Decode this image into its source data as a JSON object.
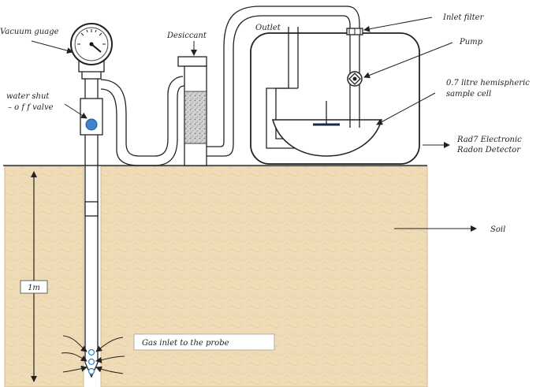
{
  "labels": {
    "vacuum_gauge": "Vacuum guage",
    "desiccant": "Desiccant",
    "outlet": "Outlet",
    "inlet_filter": "Inlet filter",
    "pump": "Pump",
    "water_shutoff_line1": "water shut",
    "water_shutoff_line2": "– o f f  valve",
    "sample_cell_line1": "0.7 litre hemispheric",
    "sample_cell_line2": "sample cell",
    "rad7_line1": "Rad7 Electronic",
    "rad7_line2": "Radon Detector",
    "soil": "Soil",
    "depth": "1m",
    "gas_inlet": "Gas inlet to the probe"
  },
  "colors": {
    "soil": "#efdcb6",
    "soil_edge": "#dcc496",
    "valve": "#3f83c9",
    "desiccant": "#c9c9c9",
    "line": "#222222"
  },
  "icons": [
    "vacuum-gauge-icon",
    "valve-icon",
    "pump-icon",
    "filter-icon"
  ]
}
